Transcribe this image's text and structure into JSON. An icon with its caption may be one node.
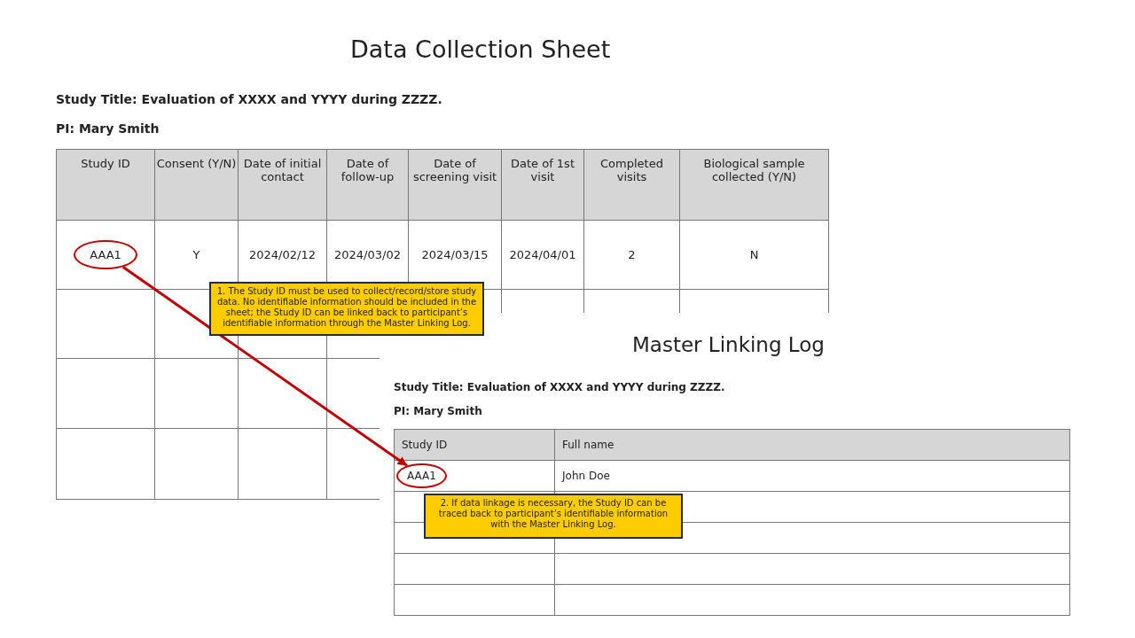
{
  "diagram": {
    "title": "Data Collection Sheet",
    "nodes": [
      {
        "text": [
          "AAA1"
        ]
      },
      {
        "text": [
          "1. The Study ID must be used to collect/record/store study data. No identifiable information should be included in the sheet; the Study ID can be linked back to participant’s identifiable information through the Master Linking Log."
        ]
      },
      {
        "text": [
          "AAA1"
        ]
      },
      {
        "text": [
          "2. If data linkage is necessary, the Study ID can be traced back to participant’s identifiable information with the Master Linking Log."
        ]
      }
    ],
    "edges": [
      {
        "from": 0,
        "to": 2,
        "arrow": "to",
        "color": "#c00000"
      }
    ],
    "labels": [
      "Study Title: Evaluation of XXXX and YYYY during ZZZZ.",
      "PI: Mary Smith",
      "Study ID",
      "Consent (Y/N)",
      "Date of initial contact",
      "Date of follow-up",
      "Date of screening visit",
      "Date of 1st visit",
      "Completed visits",
      "Biological sample collected (Y/N)",
      "Y",
      "2024/02/12",
      "2024/03/02",
      "2024/03/15",
      "2024/04/01",
      "2",
      "N",
      "Master Linking Log",
      "Study Title: Evaluation of XXXX and YYYY during ZZZZ.",
      "PI: Mary Smith",
      "Study ID",
      "Full name",
      "John Doe"
    ]
  }
}
